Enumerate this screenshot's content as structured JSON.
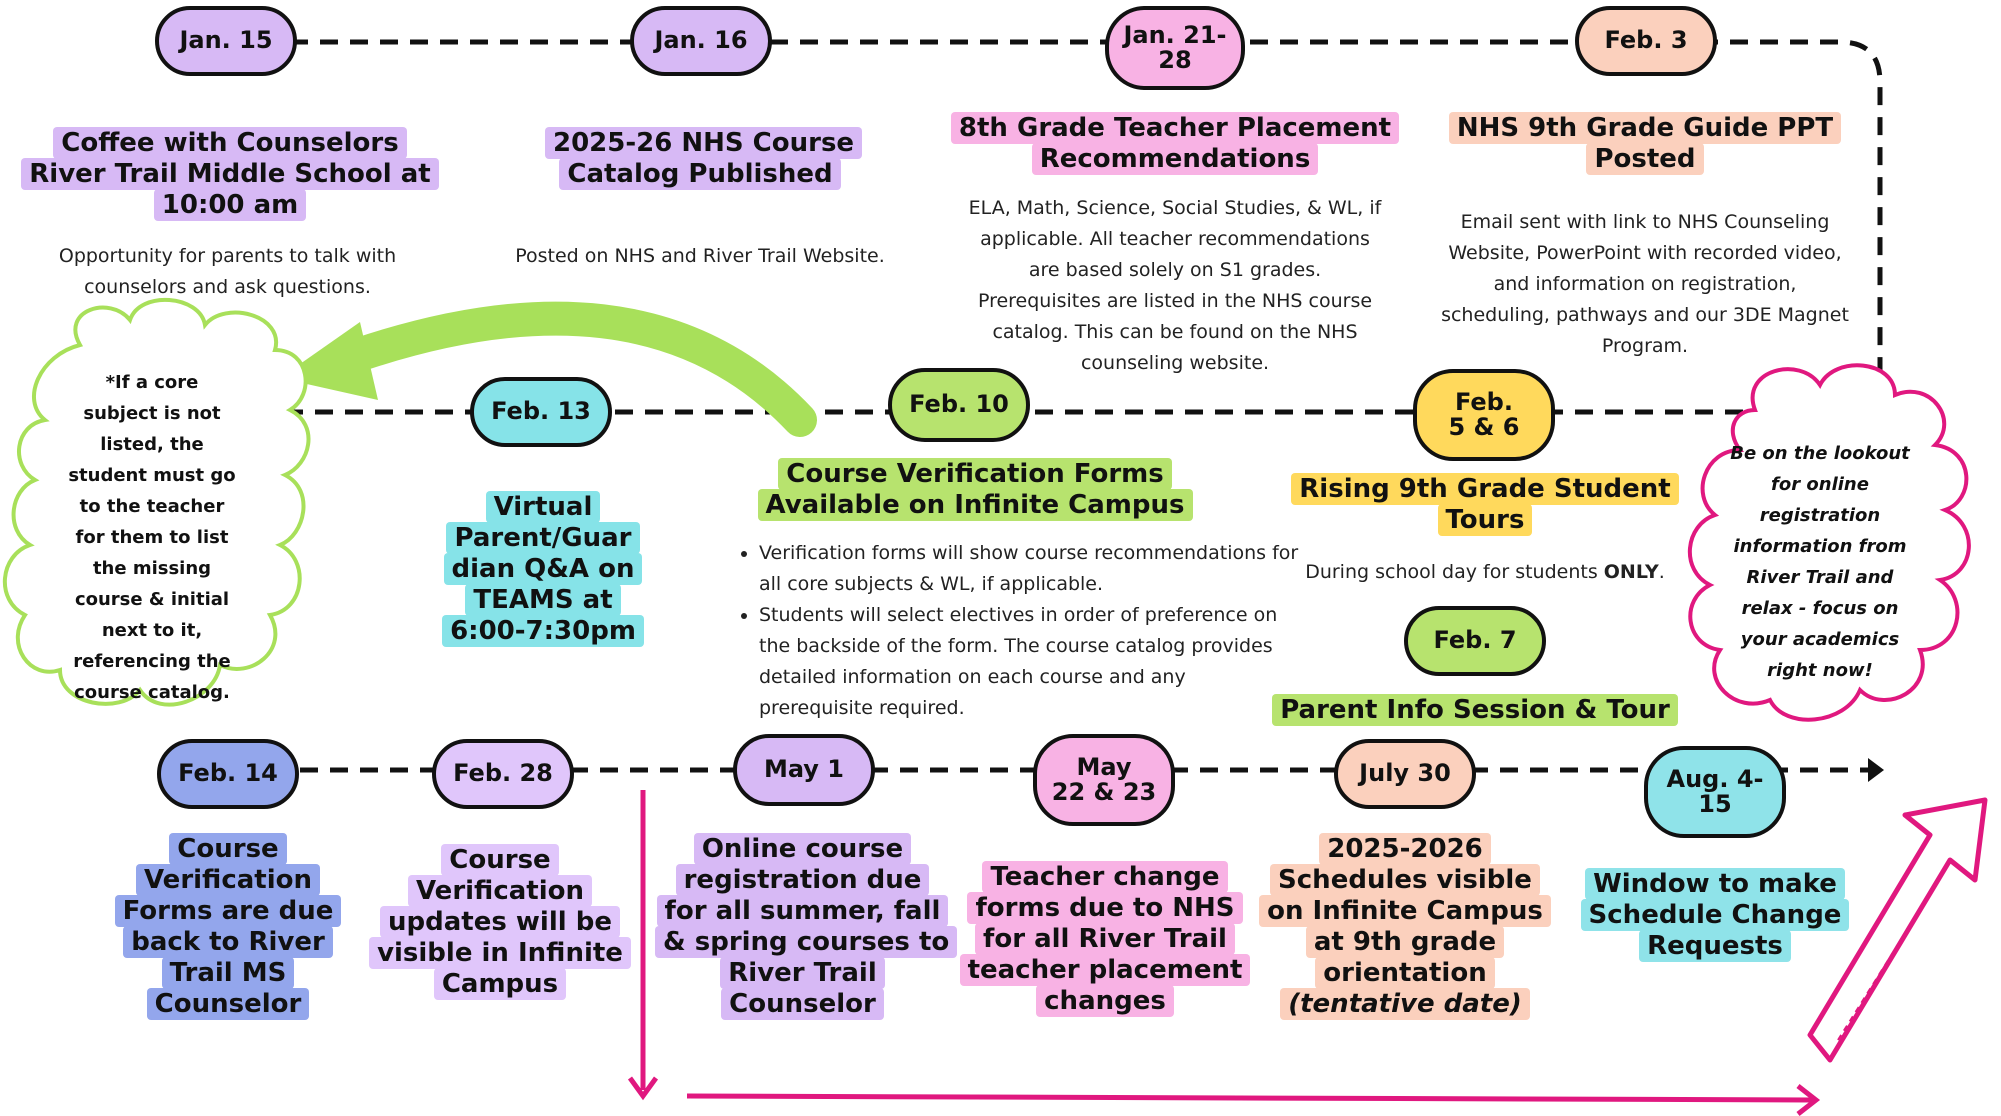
{
  "colors": {
    "line": "#111111",
    "purple": "#d7b9f5",
    "pink": "#f8b2e4",
    "peach": "#fbd0bd",
    "teal": "#86e3e8",
    "green": "#b7e36e",
    "yellow": "#ffd95c",
    "blue": "#93a6ec",
    "magenta": "#e0187f",
    "lime": "#a8e05a"
  },
  "row1": {
    "jan15": {
      "date": "Jan. 15",
      "title": "Coffee with Counselors River Trail Middle School at 10:00 am",
      "desc": "Opportunity for parents to talk with counselors and ask questions."
    },
    "jan16": {
      "date": "Jan. 16",
      "title": "2025-26 NHS Course Catalog Published",
      "desc": "Posted on NHS and River Trail Website."
    },
    "jan21": {
      "date": "Jan. 21-\n28",
      "title": "8th Grade Teacher Placement Recommendations",
      "desc": "ELA, Math, Science, Social Studies, & WL, if applicable. All teacher recommendations are based solely on S1 grades. Prerequisites are listed in the NHS course catalog. This can be found on the NHS counseling website."
    },
    "feb3": {
      "date": "Feb. 3",
      "title": "NHS 9th Grade Guide PPT Posted",
      "desc": "Email sent with link to NHS Counseling Website, PowerPoint with recorded video, and information on registration, scheduling, pathways and our 3DE Magnet Program."
    }
  },
  "row2": {
    "feb13": {
      "date": "Feb. 13",
      "title": "Virtual Parent/Guar dian Q&A on TEAMS at 6:00-7:30pm"
    },
    "feb10": {
      "date": "Feb. 10",
      "title": "Course Verification Forms Available on Infinite Campus",
      "bullets": [
        "Verification forms will show course recommendations for all core subjects & WL, if applicable.",
        "Students will select electives in order of preference on the backside of the form. The course catalog provides detailed information on each course and any prerequisite required."
      ]
    },
    "feb56": {
      "date": "Feb.\n5 & 6",
      "title": "Rising 9th Grade Student Tours",
      "desc_pre": "During school day for students ",
      "desc_bold": "ONLY",
      "desc_post": "."
    },
    "feb7": {
      "date": "Feb. 7",
      "title": "Parent Info Session & Tour"
    }
  },
  "row3": {
    "feb14": {
      "date": "Feb. 14",
      "title": "Course Verification Forms are due back to River Trail MS Counselor"
    },
    "feb28": {
      "date": "Feb. 28",
      "title": "Course Verification updates will be visible in Infinite Campus"
    },
    "may1": {
      "date": "May 1",
      "title": "Online course registration due for all summer, fall & spring courses to River Trail Counselor"
    },
    "may22": {
      "date": "May\n22 & 23",
      "title": "Teacher change forms due to NHS for all River Trail teacher placement changes"
    },
    "july30": {
      "date": "July 30",
      "title": "2025-2026 Schedules visible on Infinite Campus at 9th grade orientation",
      "title_italic": "(tentative date)"
    },
    "aug4": {
      "date": "Aug. 4-\n15",
      "title": "Window to make Schedule Change Requests"
    }
  },
  "clouds": {
    "left": "*If a core subject is not listed, the student must go to the teacher for them to list the missing course & initial next to it, referencing the course catalog.",
    "right": "Be on the lookout for online registration information from River Trail and relax - focus on your academics right now!"
  }
}
